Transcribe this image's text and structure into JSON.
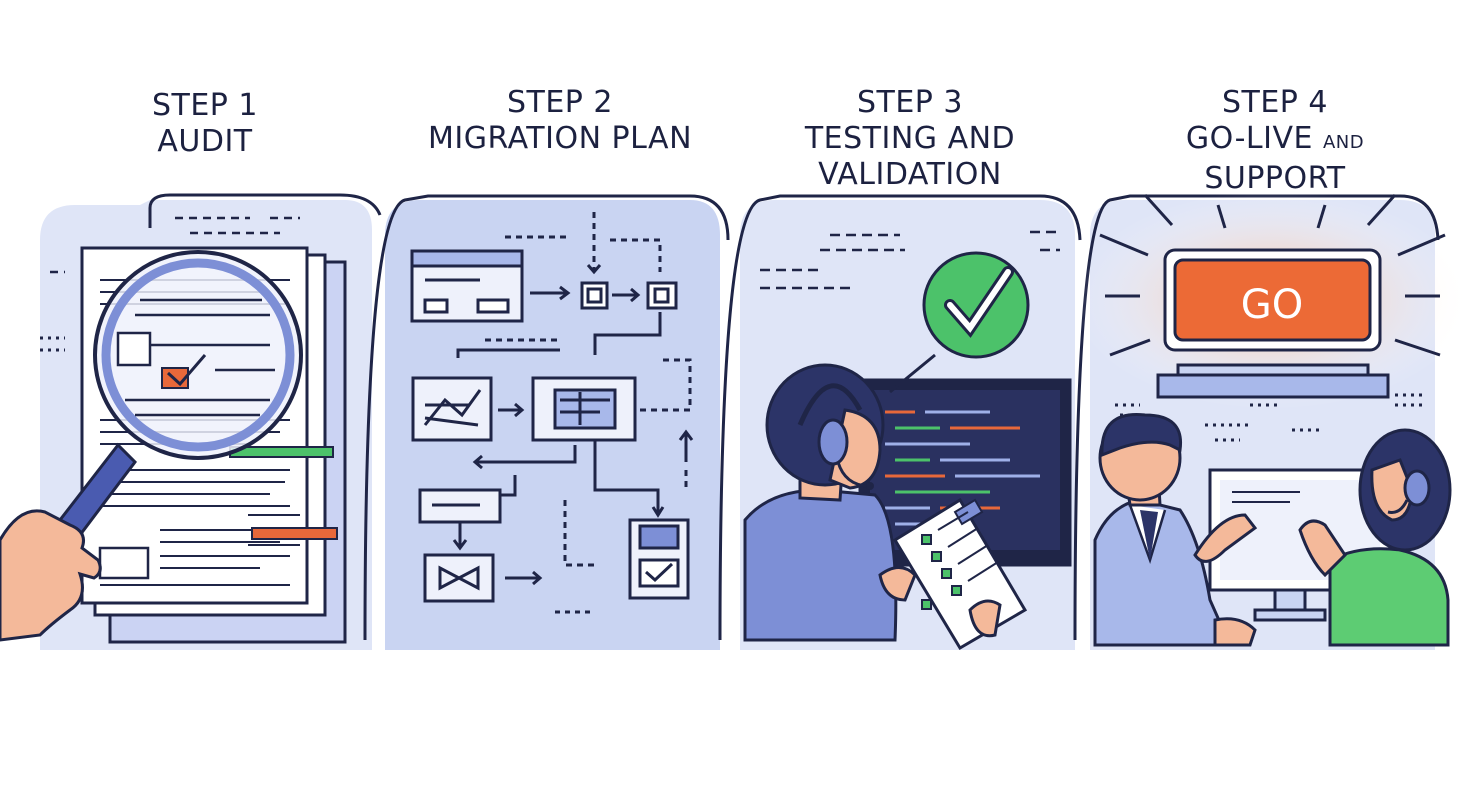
{
  "steps": [
    {
      "number": "STEP 1",
      "title_lines": [
        "AUDIT"
      ],
      "title_suffix": ""
    },
    {
      "number": "STEP 2",
      "title_lines": [
        "MIGRATION PLAN"
      ],
      "title_suffix": ""
    },
    {
      "number": "STEP 3",
      "title_lines": [
        "TESTING AND",
        "VALIDATION"
      ],
      "title_suffix": ""
    },
    {
      "number": "STEP 4",
      "title_lines": [
        "GO-LIVE",
        "SUPPORT"
      ],
      "title_suffix": "AND"
    }
  ],
  "go_button": {
    "label": "GO",
    "color": "#ec6a36"
  },
  "colors": {
    "panel_fill": "#c9d4f2",
    "outline": "#1f2547",
    "accent_green": "#4cc26a",
    "accent_orange": "#e8683a"
  }
}
